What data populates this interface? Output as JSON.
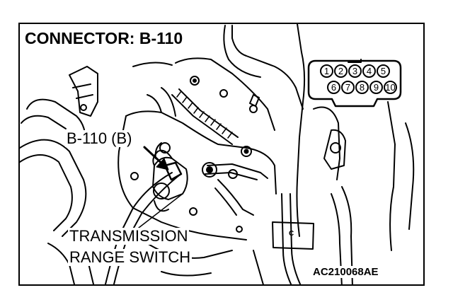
{
  "connector_label": "CONNECTOR: B-110",
  "callout_label": "B-110 (B)",
  "switch_label": {
    "line1": "TRANSMISSION",
    "line2": "RANGE SWITCH"
  },
  "figure_code": "AC210068AE",
  "small_tag": "C",
  "connector_pins": [
    "1",
    "2",
    "3",
    "4",
    "5",
    "6",
    "7",
    "8",
    "9",
    "10"
  ],
  "colors": {
    "ink": "#000000",
    "paper": "#ffffff"
  }
}
